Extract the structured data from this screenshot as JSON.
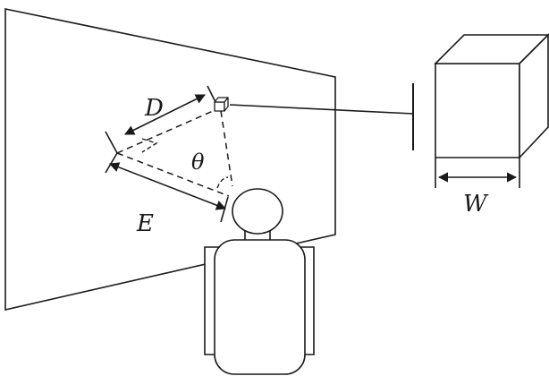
{
  "labels": {
    "distance": "D",
    "eye_distance": "E",
    "angle": "θ",
    "width": "W"
  },
  "colors": {
    "stroke": "#1a1a1a",
    "background": "#ffffff"
  }
}
